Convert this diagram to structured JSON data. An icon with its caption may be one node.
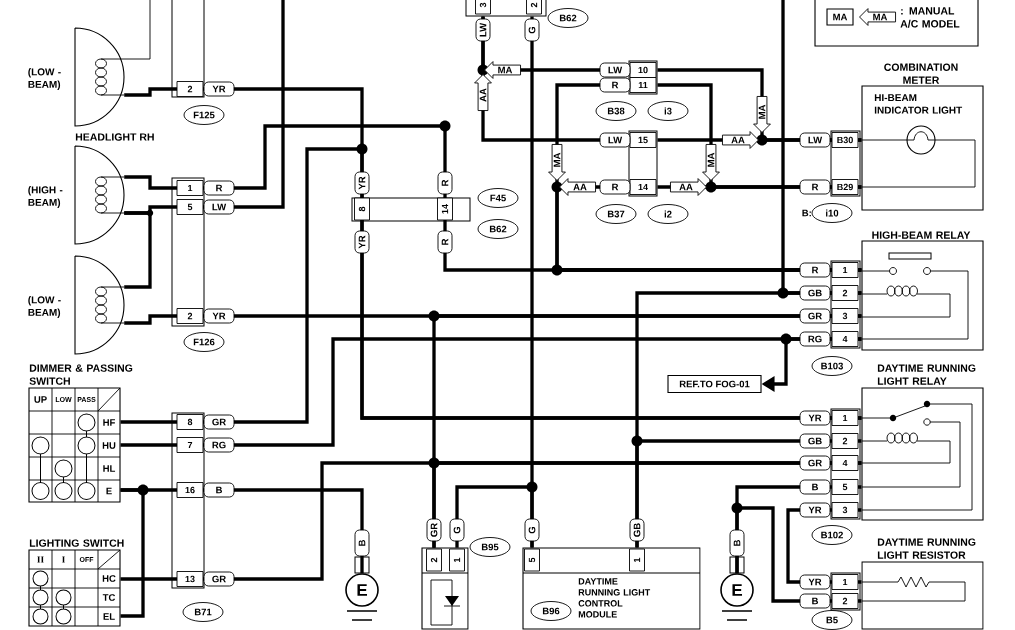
{
  "diagram": {
    "nodes": [
      {
        "text": [],
        "shape": "lamp",
        "beside": [
          "(LOW -BEAM)"
        ]
      },
      {
        "text": [],
        "shape": "lamp",
        "beside": [
          "(HIGH -BEAM)"
        ]
      },
      {
        "text": [],
        "shape": "lamp",
        "beside": [
          "(LOW -BEAM)"
        ]
      },
      {
        "text": [
          "DIMMER & PASSING SWITCH",
          "UP",
          "LOW",
          "PASS",
          "HF",
          "HU",
          "HL",
          "E"
        ]
      },
      {
        "text": [
          "LIGHTING SWITCH",
          "II",
          "I",
          "OFF",
          "HC",
          "TC",
          "EL"
        ]
      },
      {
        "text": [
          "COMBINATION METER",
          "HI-BEAM INDICATOR LIGHT"
        ]
      },
      {
        "text": [
          "HIGH-BEAM RELAY"
        ]
      },
      {
        "text": [
          "DAYTIME RUNNING LIGHT RELAY"
        ]
      },
      {
        "text": [
          "DAYTIME RUNNING LIGHT RESISTOR"
        ]
      },
      {
        "text": [
          "DAYTIME RUNNING LIGHT CONTROL MODULE"
        ]
      },
      {
        "text": [
          "REF.TO FOG-01"
        ]
      },
      {
        "text": [
          "E"
        ]
      },
      {
        "text": [
          "E"
        ]
      },
      {
        "text": [],
        "shape": "box"
      },
      {
        "text": [
          "3",
          "2"
        ],
        "beside": [
          "B62"
        ]
      },
      {
        "text": [
          "10",
          "11"
        ],
        "beside": [
          "B38",
          "i3"
        ]
      },
      {
        "text": [
          "15",
          "14"
        ],
        "beside": [
          "B37",
          "i2"
        ]
      }
    ],
    "edges": [
      {
        "from": 0,
        "to": 7,
        "arrow": "none"
      },
      {
        "from": 3,
        "to": 7,
        "arrow": "none"
      },
      {
        "from": 1,
        "to": 6,
        "arrow": "none"
      },
      {
        "from": 1,
        "to": null,
        "arrow": "none"
      },
      {
        "from": 2,
        "to": 1,
        "arrow": "none"
      },
      {
        "from": 2,
        "to": 6,
        "arrow": "none"
      },
      {
        "from": 3,
        "to": 6,
        "arrow": "none"
      },
      {
        "from": 6,
        "to": 10,
        "arrow": "to"
      },
      {
        "from": 3,
        "to": 11,
        "arrow": "none"
      },
      {
        "from": 3,
        "to": 4,
        "arrow": "none"
      },
      {
        "from": 4,
        "to": 7,
        "arrow": "none"
      },
      {
        "from": 13,
        "to": 6,
        "arrow": "none"
      },
      {
        "from": 13,
        "to": 7,
        "arrow": "none"
      },
      {
        "from": 13,
        "to": 9,
        "arrow": "none"
      },
      {
        "from": 9,
        "to": 14,
        "arrow": "none"
      },
      {
        "from": 9,
        "to": 6,
        "arrow": "none"
      },
      {
        "from": 9,
        "to": 7,
        "arrow": "none"
      },
      {
        "from": null,
        "to": 6,
        "arrow": "none"
      },
      {
        "from": 7,
        "to": 12,
        "arrow": "none"
      },
      {
        "from": 7,
        "to": 8,
        "arrow": "none"
      },
      {
        "from": 12,
        "to": 8,
        "arrow": "none"
      },
      {
        "from": 5,
        "to": 16,
        "arrow": "none"
      },
      {
        "from": 5,
        "to": 16,
        "arrow": "none"
      },
      {
        "from": 5,
        "to": 15,
        "arrow": "none"
      },
      {
        "from": 5,
        "to": 15,
        "arrow": "none"
      },
      {
        "from": 16,
        "to": 14,
        "arrow": "none"
      },
      {
        "from": 15,
        "to": 14,
        "arrow": "none"
      },
      {
        "from": 16,
        "to": 6,
        "arrow": "none"
      },
      {
        "from": 15,
        "to": 6,
        "arrow": "none"
      }
    ],
    "labels": [
      "MA",
      "MA",
      ": MANUAL A/C MODEL",
      "LW",
      "G",
      "MA",
      "LW",
      "R",
      "2",
      "YR",
      "AA",
      "MA",
      "F125",
      "HEADLIGHT RH",
      "LW",
      "AA",
      "LW",
      "B30",
      "MA",
      "MA",
      "YR",
      "R",
      "1",
      "R",
      "AA",
      "R",
      "AA",
      "R",
      "B29",
      "F45",
      "5",
      "LW",
      "8",
      "14",
      "B:",
      "i10",
      "B62",
      "YR",
      "R",
      "R",
      "1",
      "GB",
      "2",
      "2",
      "YR",
      "GR",
      "3",
      "RG",
      "4",
      "F126",
      "B103",
      "YR",
      "1",
      "8",
      "GR",
      "GB",
      "2",
      "7",
      "RG",
      "GR",
      "4",
      "B",
      "5",
      "16",
      "B",
      "YR",
      "3",
      "GR",
      "G",
      "G",
      "GB",
      "B102",
      "B",
      "B",
      "B95",
      "2",
      "1",
      "5",
      "1",
      "13",
      "GR",
      "YR",
      "1",
      "B",
      "2",
      "B71",
      "B96",
      "B5"
    ]
  }
}
